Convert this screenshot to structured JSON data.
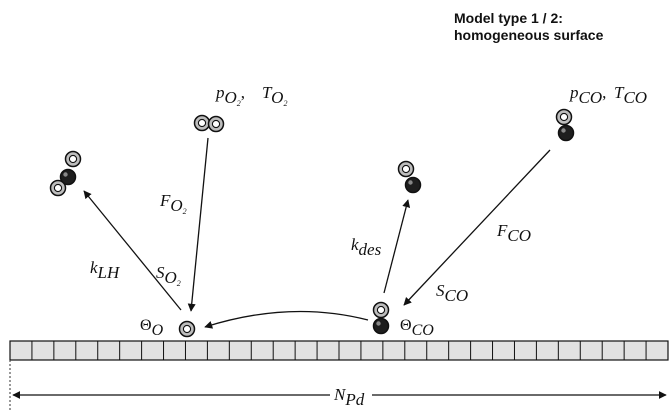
{
  "title_lines": [
    "Model type 1 / 2:",
    "homogeneous surface"
  ],
  "labels": {
    "p_o2": {
      "main": "p",
      "sub": "O",
      "sub2": "2"
    },
    "t_o2": {
      "main": "T",
      "sub": "O",
      "sub2": "2"
    },
    "p_co": {
      "main": "p",
      "sub": "CO"
    },
    "t_co": {
      "main": "T",
      "sub": "CO"
    },
    "f_o2": {
      "main": "F",
      "sub": "O",
      "sub2": "2"
    },
    "s_o2": {
      "main": "S",
      "sub": "O",
      "sub2": "2"
    },
    "k_lh": {
      "main": "k",
      "sub": "LH"
    },
    "k_des": {
      "main": "k",
      "sub": "des"
    },
    "f_co": {
      "main": "F",
      "sub": "CO"
    },
    "s_co": {
      "main": "S",
      "sub": "CO"
    },
    "theta_o": {
      "main": "Θ",
      "sub": "O"
    },
    "theta_co": {
      "main": "Θ",
      "sub": "CO"
    },
    "n_pd": {
      "main": "N",
      "sub": "Pd"
    }
  },
  "separator": ",",
  "surface": {
    "cells": 30
  },
  "colors": {
    "ink": "#111111",
    "atom_light": "#bdbdbd",
    "atom_dark": "#1e1e1e",
    "cell_fill": "#e2e2e2"
  }
}
